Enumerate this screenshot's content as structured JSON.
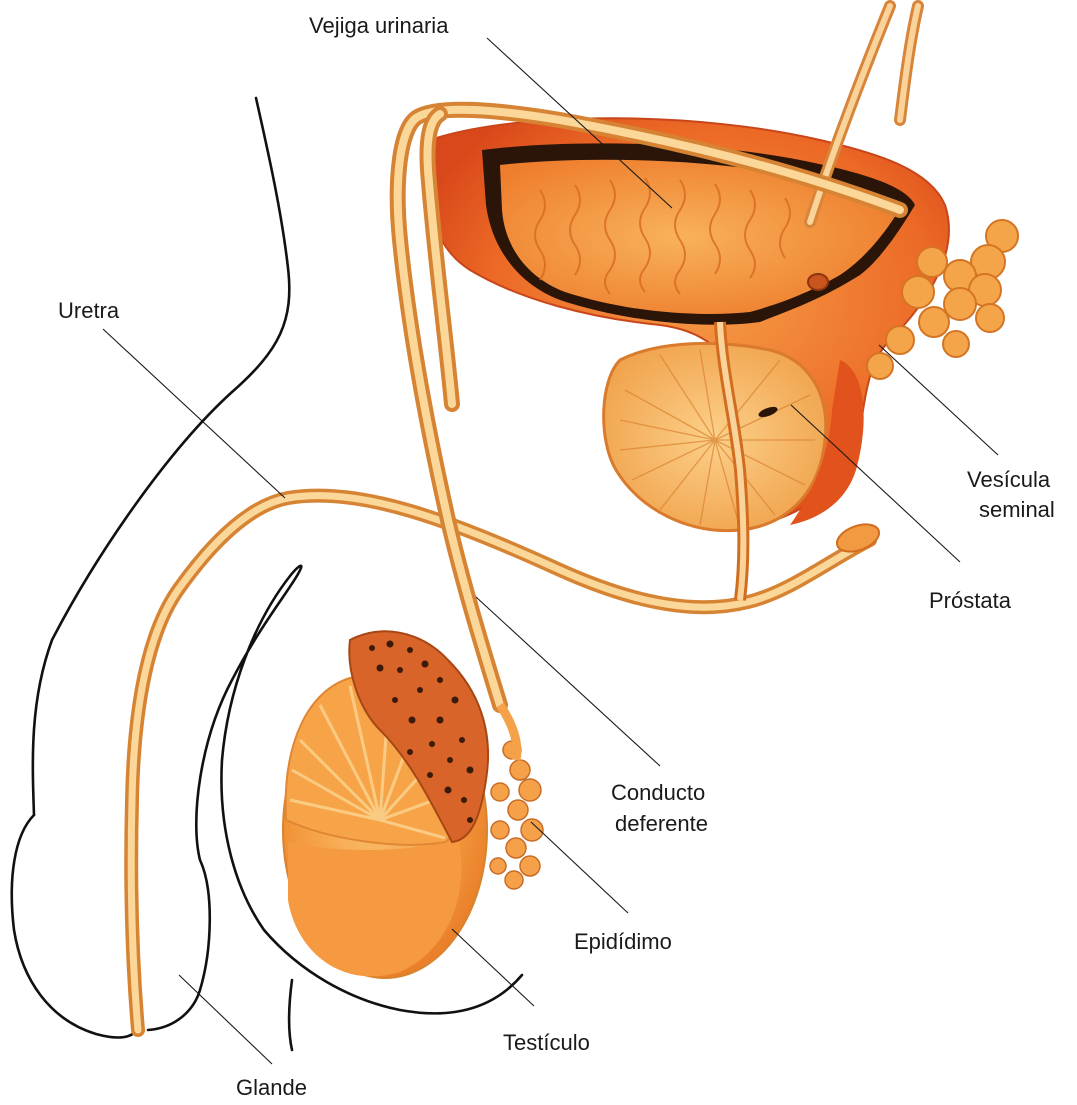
{
  "labels": {
    "vejiga": "Vejiga urinaria",
    "uretra": "Uretra",
    "vesicula_1": "Vesícula",
    "vesicula_2": "seminal",
    "prostata": "Próstata",
    "conducto_1": "Conducto",
    "conducto_2": "deferente",
    "epididimo": "Epidídimo",
    "testiculo": "Testículo",
    "glande": "Glande"
  },
  "colors": {
    "tissue_dark": "#e8521f",
    "tissue_mid": "#f38a3c",
    "tissue_light": "#f7b463",
    "duct": "#f4c27a",
    "duct_edge": "#d9822f",
    "interior_dark": "#2b1508",
    "outline": "#111111"
  }
}
